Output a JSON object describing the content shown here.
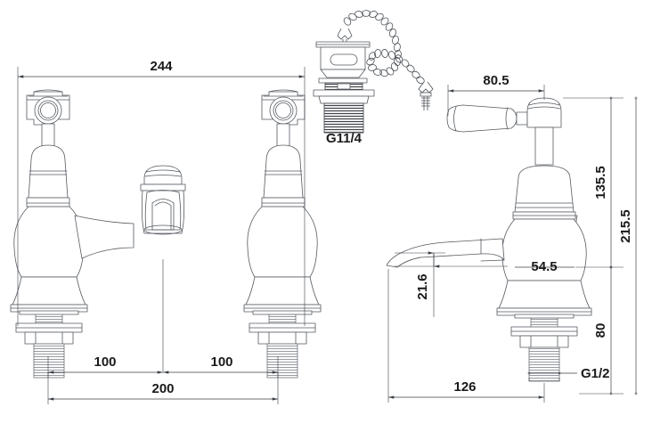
{
  "drawing": {
    "title": "Bridge basin mixer tap technical dimension drawing",
    "units": "mm",
    "line_color": "#555a60",
    "dim_color": "#3a3f45",
    "background": "#ffffff"
  },
  "views": {
    "front": {
      "name": "front-elevation-bridge-tap",
      "description": "Front elevation of two-handle bridge basin mixer"
    },
    "waste": {
      "name": "waste-plug-assembly",
      "description": "Slotted basin waste with plug and chain"
    },
    "side": {
      "name": "side-elevation-tap",
      "description": "Side elevation of lever handle pillar tap"
    }
  },
  "dimensions": {
    "overall_width": "244",
    "centre_left": "100",
    "centre_right": "100",
    "centre_spacing": "200",
    "lever_reach": "80.5",
    "spout_projection": "126",
    "spout_height": "21.6",
    "body_width": "54.5",
    "handle_height": "135.5",
    "total_height": "215.5",
    "shank_height": "80",
    "waste_thread": "G11/4",
    "tap_thread": "G1/2"
  },
  "labels": [
    {
      "id": "dim-244",
      "text": "244"
    },
    {
      "id": "dim-100-left",
      "text": "100"
    },
    {
      "id": "dim-100-right",
      "text": "100"
    },
    {
      "id": "dim-200",
      "text": "200"
    },
    {
      "id": "dim-80-5",
      "text": "80.5"
    },
    {
      "id": "dim-126",
      "text": "126"
    },
    {
      "id": "dim-21-6",
      "text": "21.6"
    },
    {
      "id": "dim-54-5",
      "text": "54.5"
    },
    {
      "id": "dim-135-5",
      "text": "135.5"
    },
    {
      "id": "dim-215-5",
      "text": "215.5"
    },
    {
      "id": "dim-80",
      "text": "80"
    },
    {
      "id": "thread-waste",
      "text": "G11/4"
    },
    {
      "id": "thread-tap",
      "text": "G1/2"
    }
  ]
}
